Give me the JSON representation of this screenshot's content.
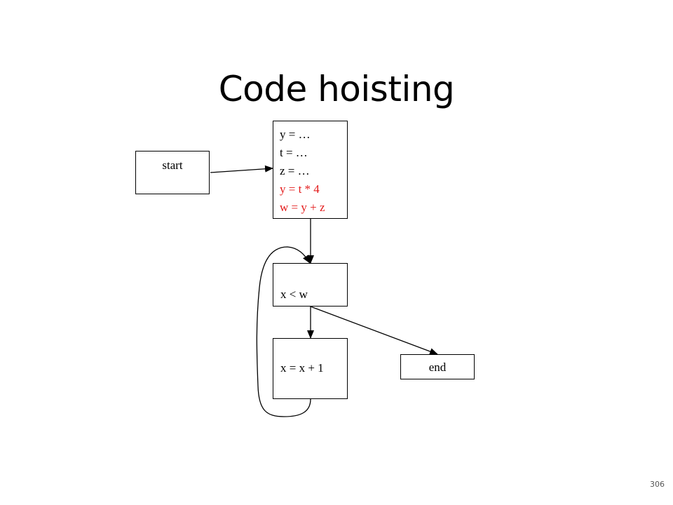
{
  "title": "Code hoisting",
  "page_number": "306",
  "colors": {
    "highlight": "#e31b1b",
    "stroke": "#000000"
  },
  "nodes": {
    "start": {
      "label": "start"
    },
    "entry": {
      "lines": [
        {
          "text": "y = …",
          "highlighted": false
        },
        {
          "text": "t = …",
          "highlighted": false
        },
        {
          "text": "z = …",
          "highlighted": false
        },
        {
          "text": "y = t * 4",
          "highlighted": true
        },
        {
          "text": "w = y + z",
          "highlighted": true
        }
      ]
    },
    "cond": {
      "label": "x < w"
    },
    "body": {
      "label": "x = x + 1"
    },
    "end": {
      "label": "end"
    }
  },
  "edges": [
    {
      "from": "start",
      "to": "entry"
    },
    {
      "from": "entry",
      "to": "cond"
    },
    {
      "from": "cond",
      "to": "body"
    },
    {
      "from": "cond",
      "to": "end"
    },
    {
      "from": "body",
      "to": "cond"
    }
  ]
}
